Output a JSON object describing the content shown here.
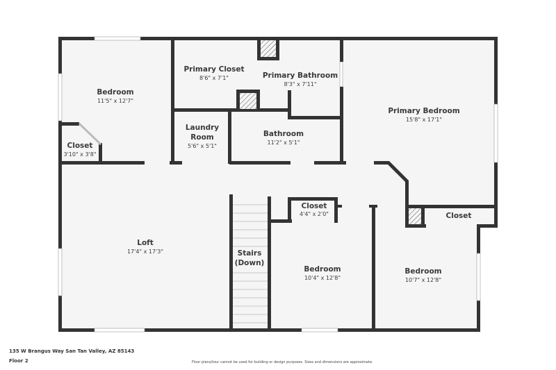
{
  "floorplan": {
    "rooms": [
      {
        "id": "bedroom-nw",
        "name": "Bedroom",
        "dims": "11'5\" x 12'7\""
      },
      {
        "id": "closet-nw",
        "name": "Closet",
        "dims": "3'10\" x 3'8\""
      },
      {
        "id": "primary-closet",
        "name": "Primary Closet",
        "dims": "8'6\" x 7'1\""
      },
      {
        "id": "primary-bathroom",
        "name": "Primary Bathroom",
        "dims": "8'3\" x 7'11\""
      },
      {
        "id": "primary-bedroom",
        "name": "Primary Bedroom",
        "dims": "15'8\" x 17'1\""
      },
      {
        "id": "laundry-room",
        "name": "Laundry",
        "name2": "Room",
        "dims": "5'6\" x 5'1\""
      },
      {
        "id": "bathroom",
        "name": "Bathroom",
        "dims": "11'2\" x 5'1\""
      },
      {
        "id": "loft",
        "name": "Loft",
        "dims": "17'4\" x 17'3\""
      },
      {
        "id": "stairs",
        "name": "Stairs",
        "name2": "(Down)"
      },
      {
        "id": "closet-hall",
        "name": "Closet",
        "dims": "4'4\" x 2'0\""
      },
      {
        "id": "bedroom-s1",
        "name": "Bedroom",
        "dims": "10'4\" x 12'8\""
      },
      {
        "id": "bedroom-s2",
        "name": "Bedroom",
        "dims": "10'7\" x 12'8\""
      },
      {
        "id": "closet-e",
        "name": "Closet"
      }
    ],
    "colors": {
      "wall": "#333333",
      "floor": "#f5f5f5",
      "background": "#ffffff"
    }
  },
  "footer": {
    "address": "135 W Brangus Way San Tan Valley, AZ 85143",
    "floor": "Floor 2",
    "disclaimer": "Floor plans/tour cannot be used for building or design purposes. Sizes and dimensions are approximate."
  }
}
